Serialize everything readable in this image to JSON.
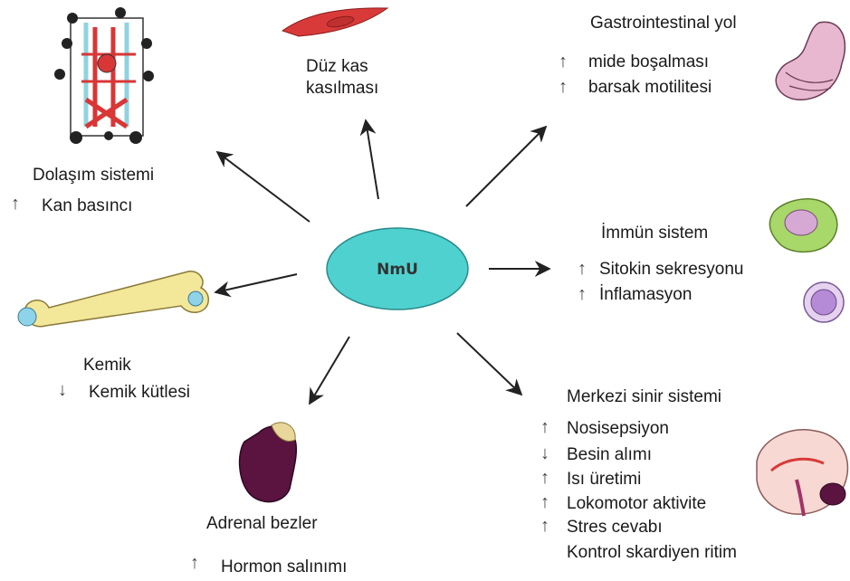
{
  "center": {
    "label": "NmU",
    "fill": "#4fd1cf"
  },
  "smooth_muscle": {
    "title_line1": "Düz kas",
    "title_line2": "kasılması"
  },
  "gi": {
    "title": "Gastrointestinal yol",
    "items": [
      {
        "dir": "↑",
        "label": "mide boşalması"
      },
      {
        "dir": "↑",
        "label": "barsak motilitesi"
      }
    ]
  },
  "circulatory": {
    "title": "Dolaşım sistemi",
    "items": [
      {
        "dir": "↑",
        "label": "Kan basıncı"
      }
    ]
  },
  "immune": {
    "title": "İmmün sistem",
    "items": [
      {
        "dir": "↑",
        "label": "Sitokin sekresyonu"
      },
      {
        "dir": "↑",
        "label": "İnflamasyon"
      }
    ]
  },
  "bone": {
    "title": "Kemik",
    "items": [
      {
        "dir": "↓",
        "label": "Kemik kütlesi"
      }
    ]
  },
  "cns": {
    "title": "Merkezi sinir sistemi",
    "items": [
      {
        "dir": "↑",
        "label": "Nosisepsiyon"
      },
      {
        "dir": "↓",
        "label": "Besin alımı"
      },
      {
        "dir": "↑",
        "label": "Isı üretimi"
      },
      {
        "dir": "↑",
        "label": "Lokomotor aktivite"
      },
      {
        "dir": "↑",
        "label": "Stres cevabı"
      },
      {
        "dir": "",
        "label": "Kontrol skardiyen ritim"
      }
    ]
  },
  "adrenal": {
    "title": "Adrenal bezler",
    "items": [
      {
        "dir": "↑",
        "label": "Hormon salınımı"
      }
    ]
  },
  "colors": {
    "arrow": "#222222",
    "muscle": "#d83a3a",
    "bone": "#f3e79a",
    "adrenal": "#5b1340",
    "stomach": "#e7b8cf",
    "immune": "#a9d86a"
  },
  "icons": [
    "circulatory-diagram-icon",
    "smooth-muscle-icon",
    "stomach-icon",
    "macrophage-icon",
    "lymphocyte-icon",
    "bone-icon",
    "adrenal-gland-icon",
    "brain-icon"
  ]
}
